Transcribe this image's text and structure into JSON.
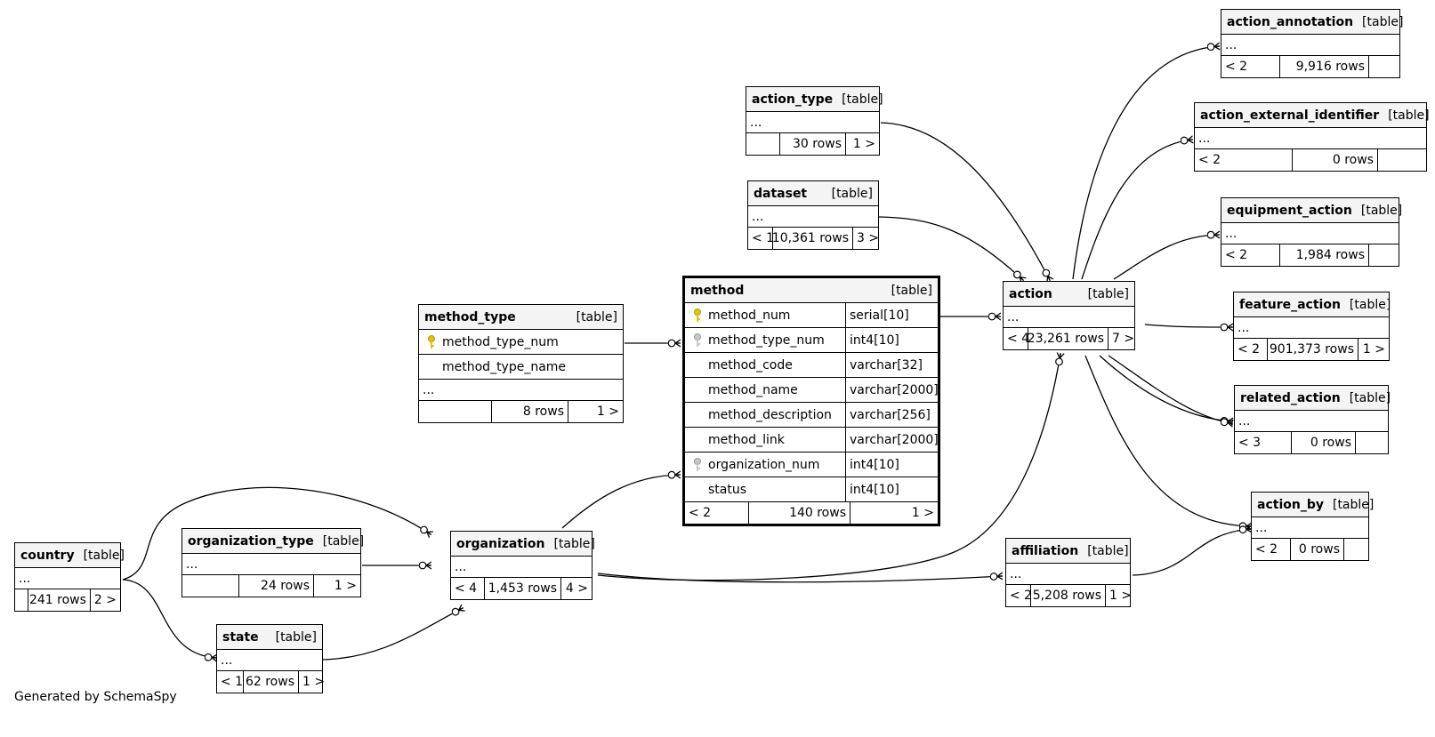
{
  "footer": {
    "generated_by": "Generated by SchemaSpy"
  },
  "tables": {
    "country": {
      "name": "country",
      "type": "[table]",
      "ellipsis": "...",
      "parents": "",
      "rows": "241 rows",
      "children": "2 >"
    },
    "organization_type": {
      "name": "organization_type",
      "type": "[table]",
      "ellipsis": "...",
      "parents": "",
      "rows": "24 rows",
      "children": "1 >"
    },
    "state": {
      "name": "state",
      "type": "[table]",
      "ellipsis": "...",
      "parents": "< 1",
      "rows": "62 rows",
      "children": "1 >"
    },
    "organization": {
      "name": "organization",
      "type": "[table]",
      "ellipsis": "...",
      "parents": "< 4",
      "rows": "1,453 rows",
      "children": "4 >"
    },
    "method_type": {
      "name": "method_type",
      "type": "[table]",
      "columns": [
        {
          "name": "method_type_num",
          "key": "primary"
        },
        {
          "name": "method_type_name",
          "key": "none"
        }
      ],
      "ellipsis": "...",
      "parents": "",
      "rows": "8 rows",
      "children": "1 >"
    },
    "method": {
      "name": "method",
      "type": "[table]",
      "columns": [
        {
          "name": "method_num",
          "type": "serial[10]",
          "key": "primary"
        },
        {
          "name": "method_type_num",
          "type": "int4[10]",
          "key": "foreign"
        },
        {
          "name": "method_code",
          "type": "varchar[32]",
          "key": "none"
        },
        {
          "name": "method_name",
          "type": "varchar[2000]",
          "key": "none"
        },
        {
          "name": "method_description",
          "type": "varchar[256]",
          "key": "none"
        },
        {
          "name": "method_link",
          "type": "varchar[2000]",
          "key": "none"
        },
        {
          "name": "organization_num",
          "type": "int4[10]",
          "key": "foreign"
        },
        {
          "name": "status",
          "type": "int4[10]",
          "key": "none"
        }
      ],
      "parents": "< 2",
      "rows": "140 rows",
      "children": "1 >"
    },
    "action_type": {
      "name": "action_type",
      "type": "[table]",
      "ellipsis": "...",
      "parents": "",
      "rows": "30 rows",
      "children": "1 >"
    },
    "dataset": {
      "name": "dataset",
      "type": "[table]",
      "ellipsis": "...",
      "parents": "< 1",
      "rows": "10,361 rows",
      "children": "3 >"
    },
    "action": {
      "name": "action",
      "type": "[table]",
      "ellipsis": "...",
      "parents": "< 4",
      "rows": "23,261 rows",
      "children": "7 >"
    },
    "affiliation": {
      "name": "affiliation",
      "type": "[table]",
      "ellipsis": "...",
      "parents": "< 2",
      "rows": "5,208 rows",
      "children": "1 >"
    },
    "action_annotation": {
      "name": "action_annotation",
      "type": "[table]",
      "ellipsis": "...",
      "parents": "< 2",
      "rows": "9,916 rows",
      "children": ""
    },
    "action_external_identifier": {
      "name": "action_external_identifier",
      "type": "[table]",
      "ellipsis": "...",
      "parents": "< 2",
      "rows": "0 rows",
      "children": ""
    },
    "equipment_action": {
      "name": "equipment_action",
      "type": "[table]",
      "ellipsis": "...",
      "parents": "< 2",
      "rows": "1,984 rows",
      "children": ""
    },
    "feature_action": {
      "name": "feature_action",
      "type": "[table]",
      "ellipsis": "...",
      "parents": "< 2",
      "rows": "901,373 rows",
      "children": "1 >"
    },
    "related_action": {
      "name": "related_action",
      "type": "[table]",
      "ellipsis": "...",
      "parents": "< 3",
      "rows": "0 rows",
      "children": ""
    },
    "action_by": {
      "name": "action_by",
      "type": "[table]",
      "ellipsis": "...",
      "parents": "< 2",
      "rows": "0 rows",
      "children": ""
    }
  },
  "relationships": [
    {
      "from": "country",
      "to": "organization"
    },
    {
      "from": "country",
      "to": "state"
    },
    {
      "from": "organization_type",
      "to": "organization"
    },
    {
      "from": "state",
      "to": "organization"
    },
    {
      "from": "organization",
      "to": "method"
    },
    {
      "from": "organization",
      "to": "affiliation"
    },
    {
      "from": "organization",
      "to": "action"
    },
    {
      "from": "method_type",
      "to": "method"
    },
    {
      "from": "method",
      "to": "action"
    },
    {
      "from": "action_type",
      "to": "action"
    },
    {
      "from": "dataset",
      "to": "action"
    },
    {
      "from": "action",
      "to": "action_annotation"
    },
    {
      "from": "action",
      "to": "action_external_identifier"
    },
    {
      "from": "action",
      "to": "equipment_action"
    },
    {
      "from": "action",
      "to": "feature_action"
    },
    {
      "from": "action",
      "to": "related_action"
    },
    {
      "from": "action",
      "to": "related_action"
    },
    {
      "from": "action",
      "to": "action_by"
    },
    {
      "from": "affiliation",
      "to": "action_by"
    }
  ],
  "colors": {
    "primary_key": "#e6c200",
    "foreign_key": "#b0b0b0",
    "header_bg": "#f4f4f4"
  }
}
